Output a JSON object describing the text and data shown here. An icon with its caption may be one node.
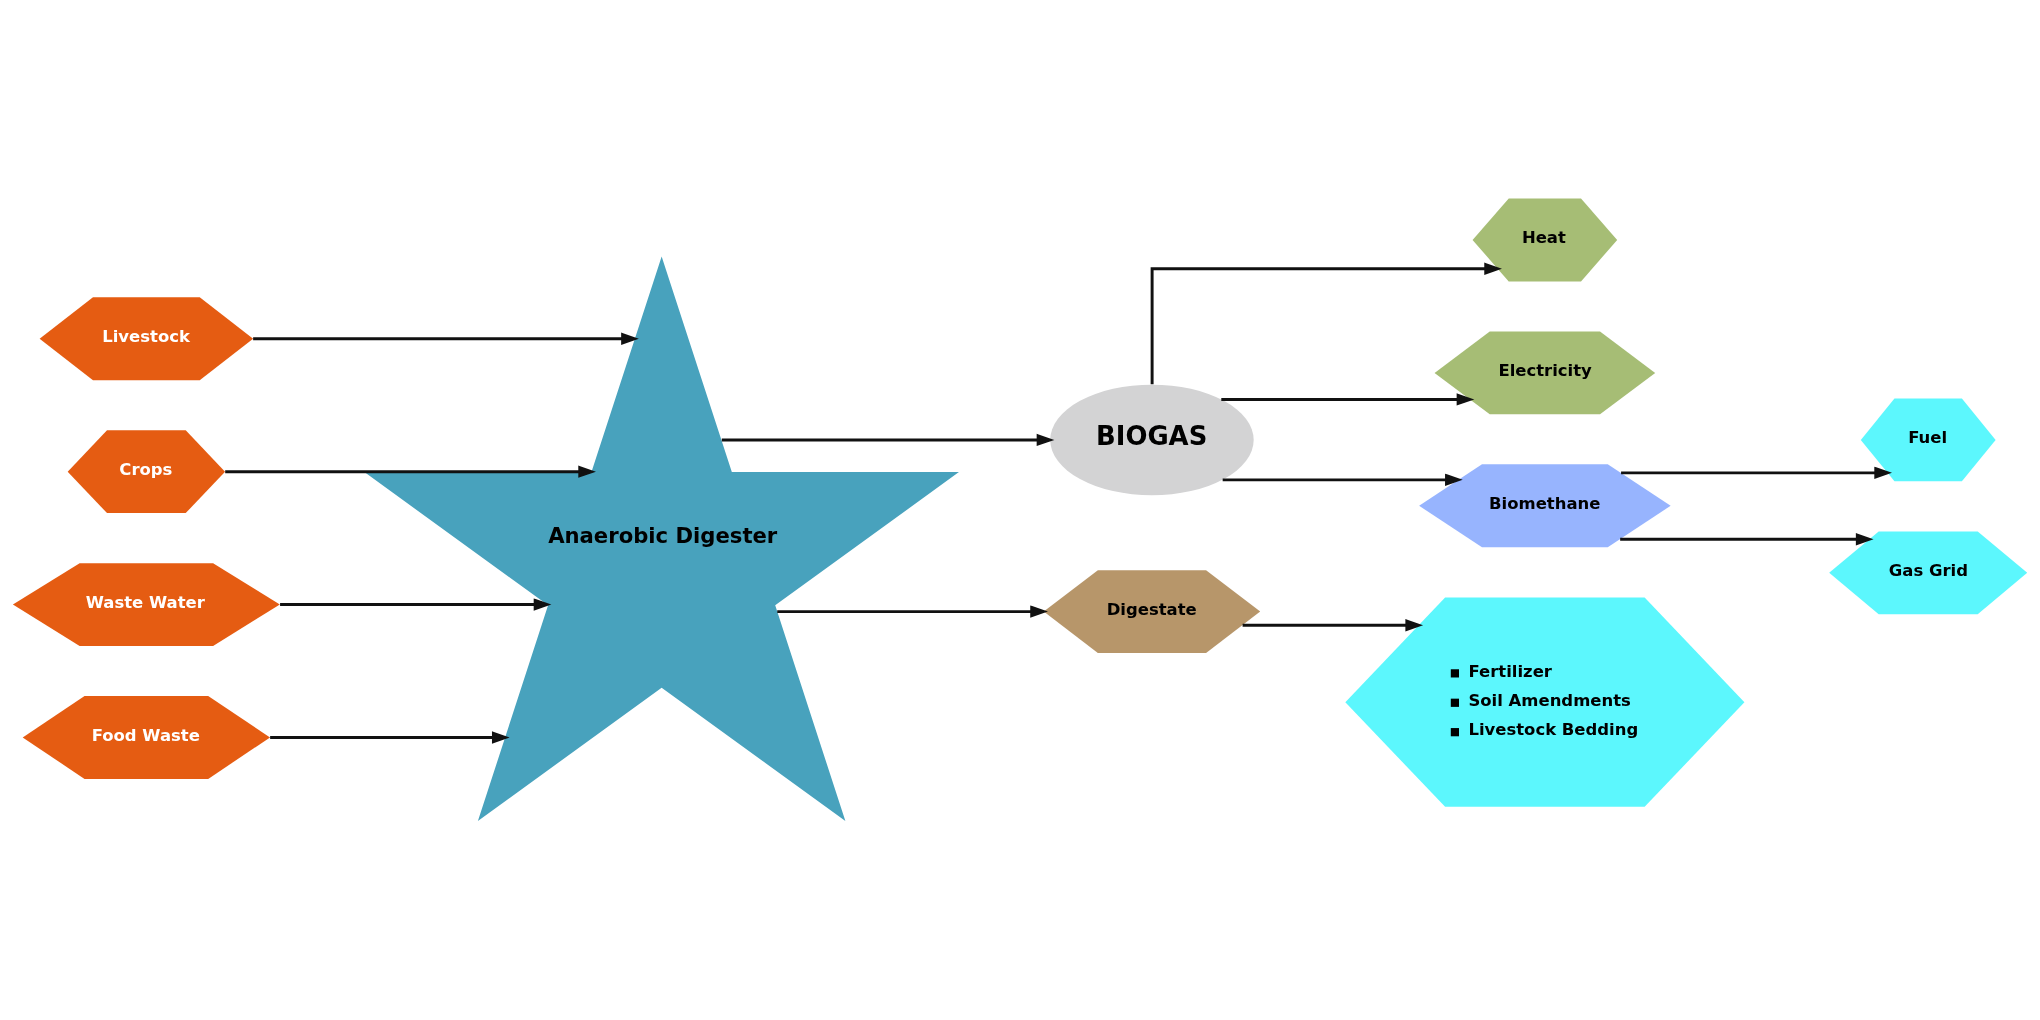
{
  "diagram": {
    "nodes": [
      {
        "text": [
          "Livestock"
        ]
      },
      {
        "text": [
          "Crops"
        ]
      },
      {
        "text": [
          "Waste Water"
        ]
      },
      {
        "text": [
          "Food Waste"
        ]
      },
      {
        "text": [
          "Anaerobic Digester"
        ]
      },
      {
        "text": [
          "Heat"
        ]
      },
      {
        "text": [
          "Electricity"
        ]
      },
      {
        "text": [
          "BIOGAS"
        ]
      },
      {
        "text": [
          "Fuel"
        ]
      },
      {
        "text": [
          "Biomethane"
        ]
      },
      {
        "text": [
          "Gas Grid"
        ]
      },
      {
        "text": [
          "Digestate"
        ]
      },
      {
        "text": [
          "Fertilizer",
          "Soil Amendments",
          "Livestock Bedding"
        ]
      }
    ],
    "edges": [
      {
        "from": 0,
        "to": 4,
        "arrow": "to"
      },
      {
        "from": 1,
        "to": 4,
        "arrow": "to"
      },
      {
        "from": 2,
        "to": 4,
        "arrow": "to"
      },
      {
        "from": 3,
        "to": 4,
        "arrow": "to"
      },
      {
        "from": 4,
        "to": 7,
        "arrow": "to"
      },
      {
        "from": 7,
        "to": 5,
        "arrow": "to"
      },
      {
        "from": 7,
        "to": 6,
        "arrow": "to"
      },
      {
        "from": 7,
        "to": 9,
        "arrow": "to"
      },
      {
        "from": 9,
        "to": 8,
        "arrow": "to"
      },
      {
        "from": 9,
        "to": 10,
        "arrow": "to"
      },
      {
        "from": 4,
        "to": 11,
        "arrow": "to"
      },
      {
        "from": 11,
        "to": 12,
        "arrow": "to"
      }
    ]
  }
}
